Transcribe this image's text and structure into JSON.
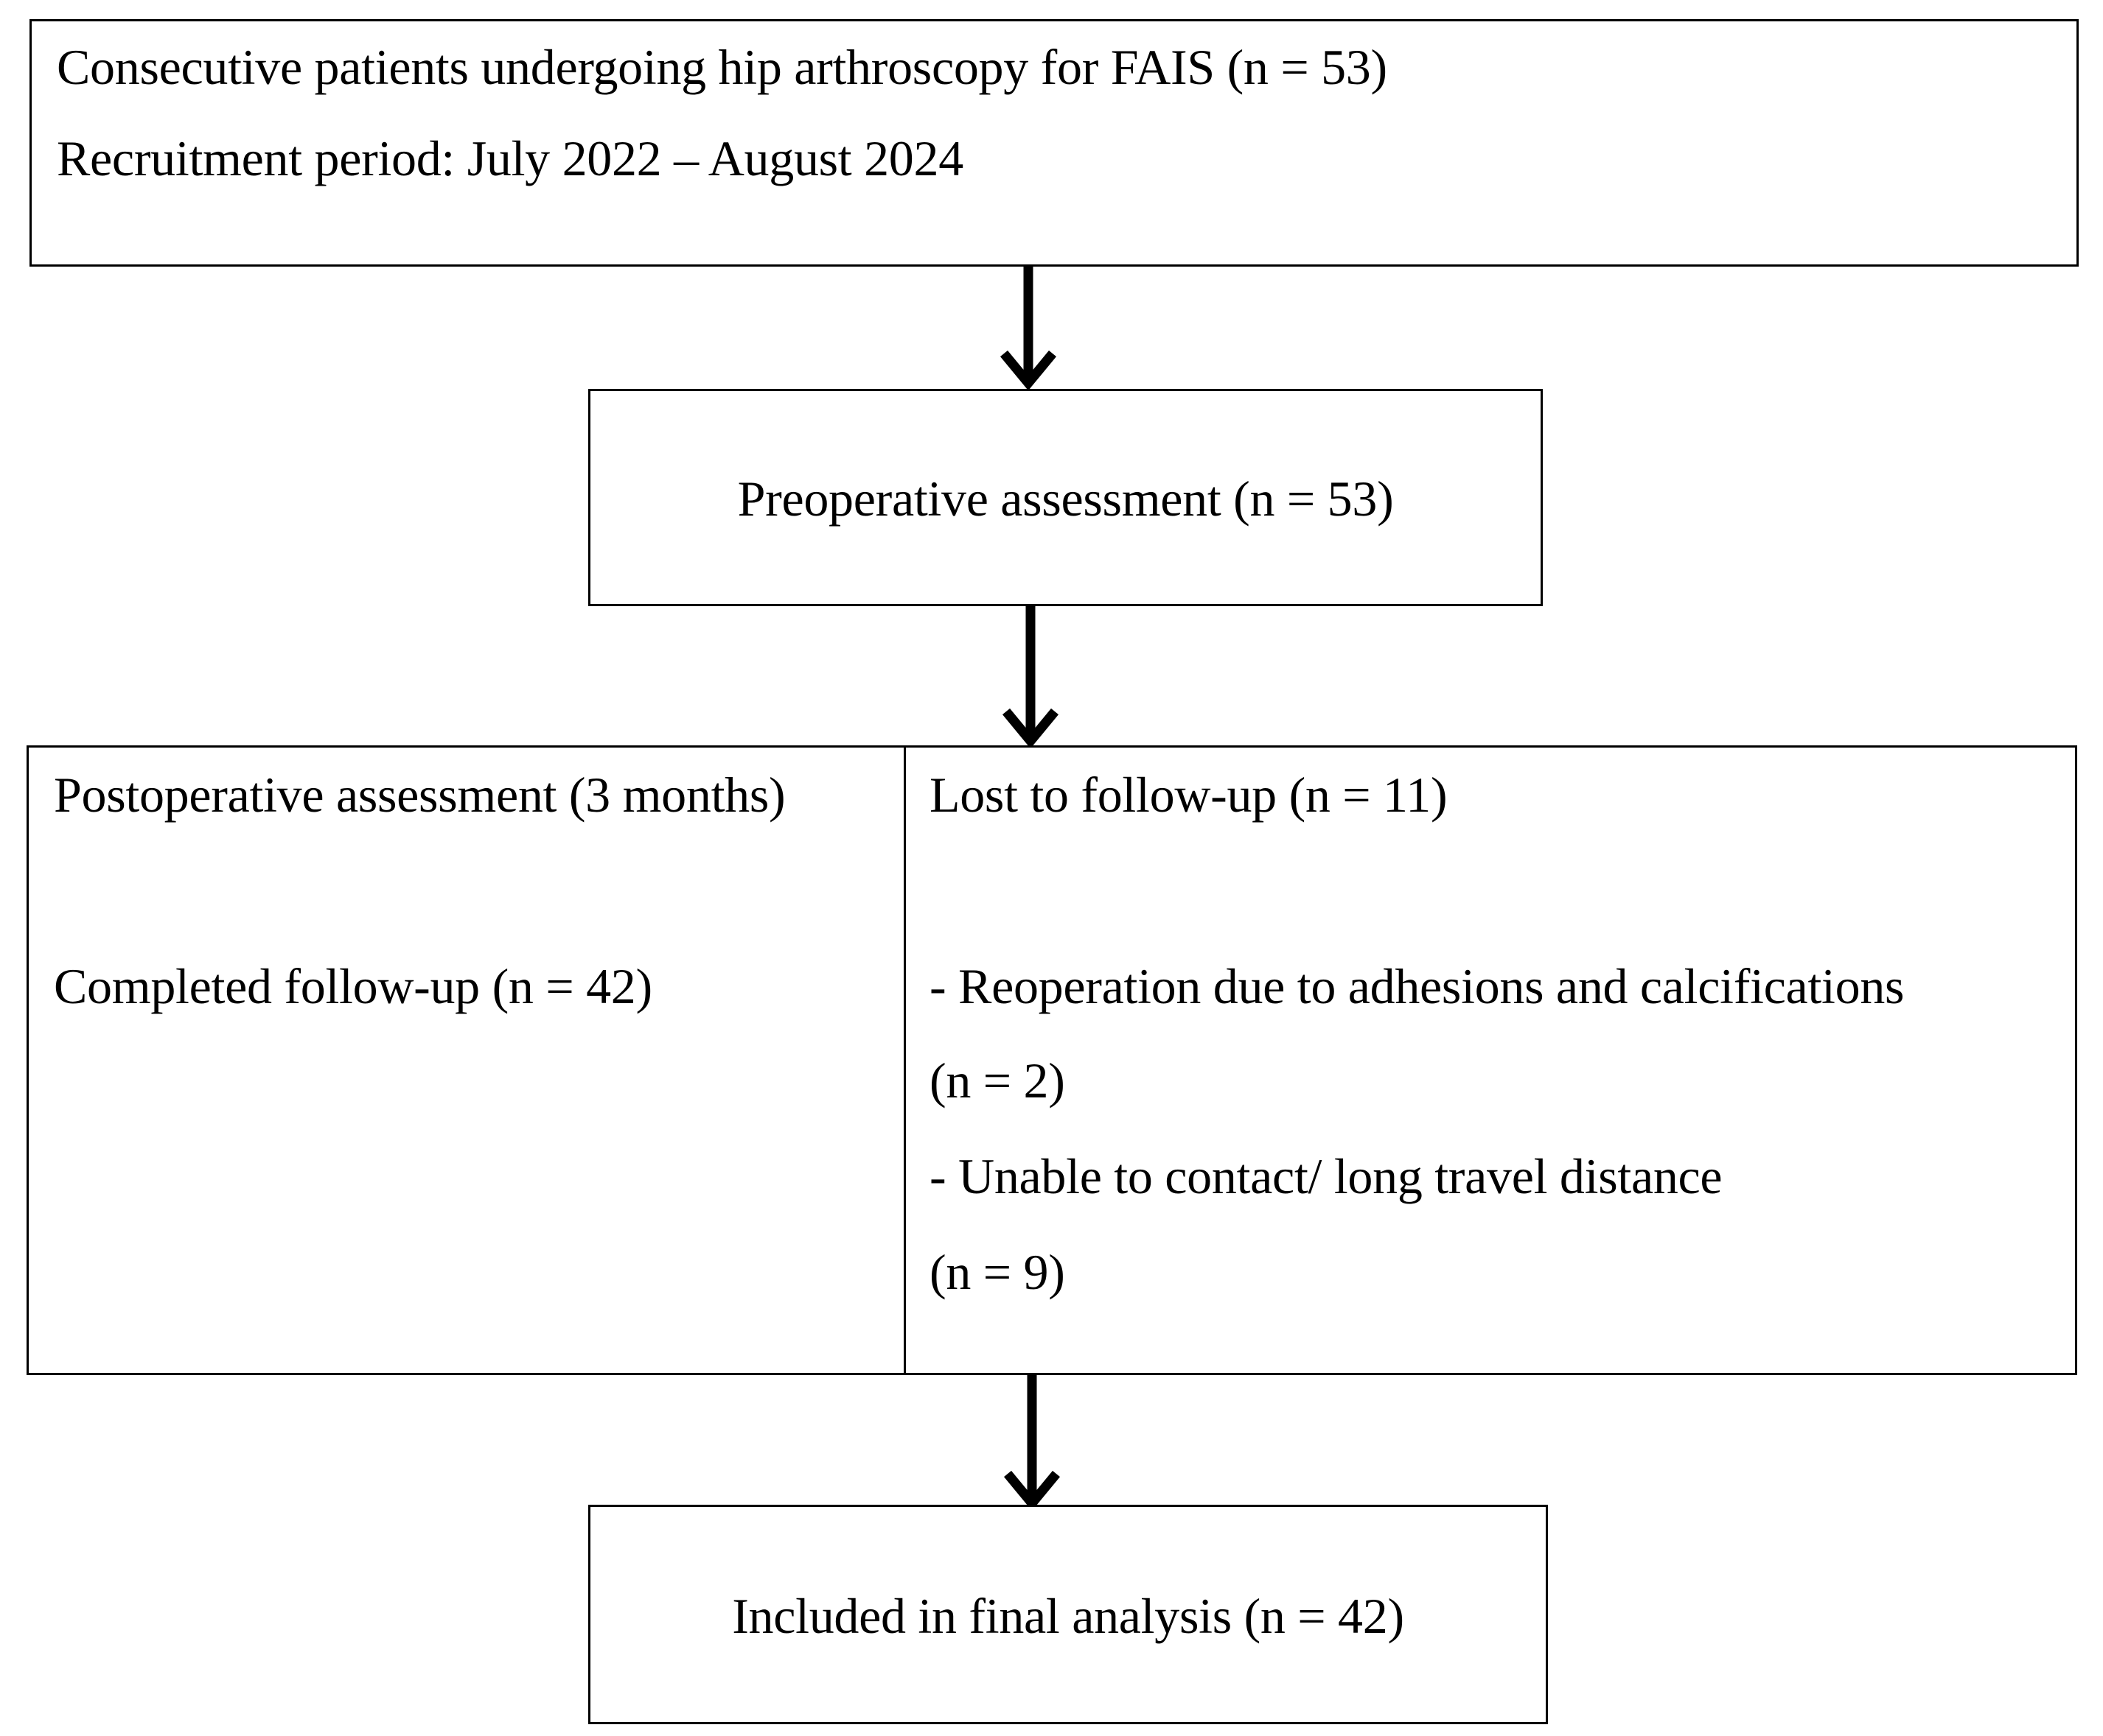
{
  "recruitment": {
    "line1": "Consecutive patients undergoing hip arthroscopy for FAIS (n = 53)",
    "line2": "Recruitment period: July 2022 – August 2024"
  },
  "preoperative": {
    "label": "Preoperative assessment (n = 53)"
  },
  "postoperative": {
    "title": "Postoperative assessment (3 months)",
    "completed": "Completed follow-up (n = 42)"
  },
  "lost": {
    "title": "Lost to follow-up (n = 11)",
    "reason1_line1": "- Reoperation due to adhesions and calcifications",
    "reason1_line2": "(n = 2)",
    "reason2_line1": "- Unable to contact/ long travel distance",
    "reason2_line2": "(n = 9)"
  },
  "final": {
    "label": "Included in final analysis (n = 42)"
  },
  "colors": {
    "stroke": "#000000",
    "background": "#ffffff"
  }
}
